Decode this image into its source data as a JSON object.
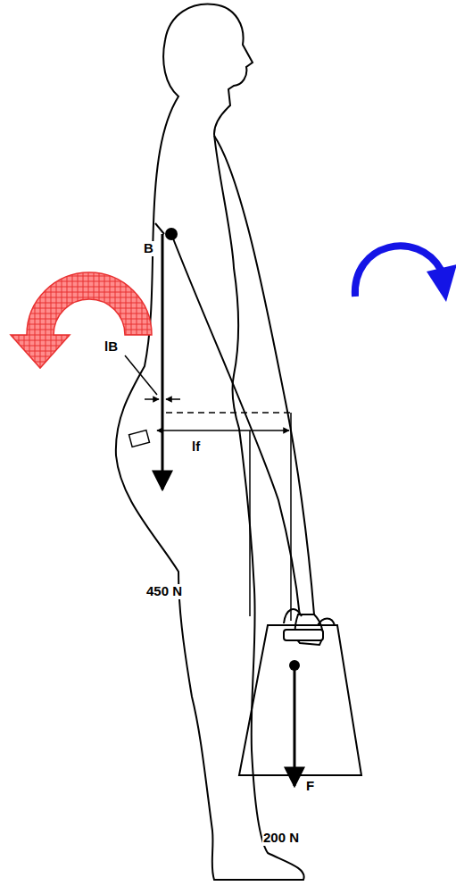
{
  "diagram": {
    "labels": [
      "B",
      "lB",
      "lf",
      "450 N",
      "F",
      "200 N"
    ]
  }
}
